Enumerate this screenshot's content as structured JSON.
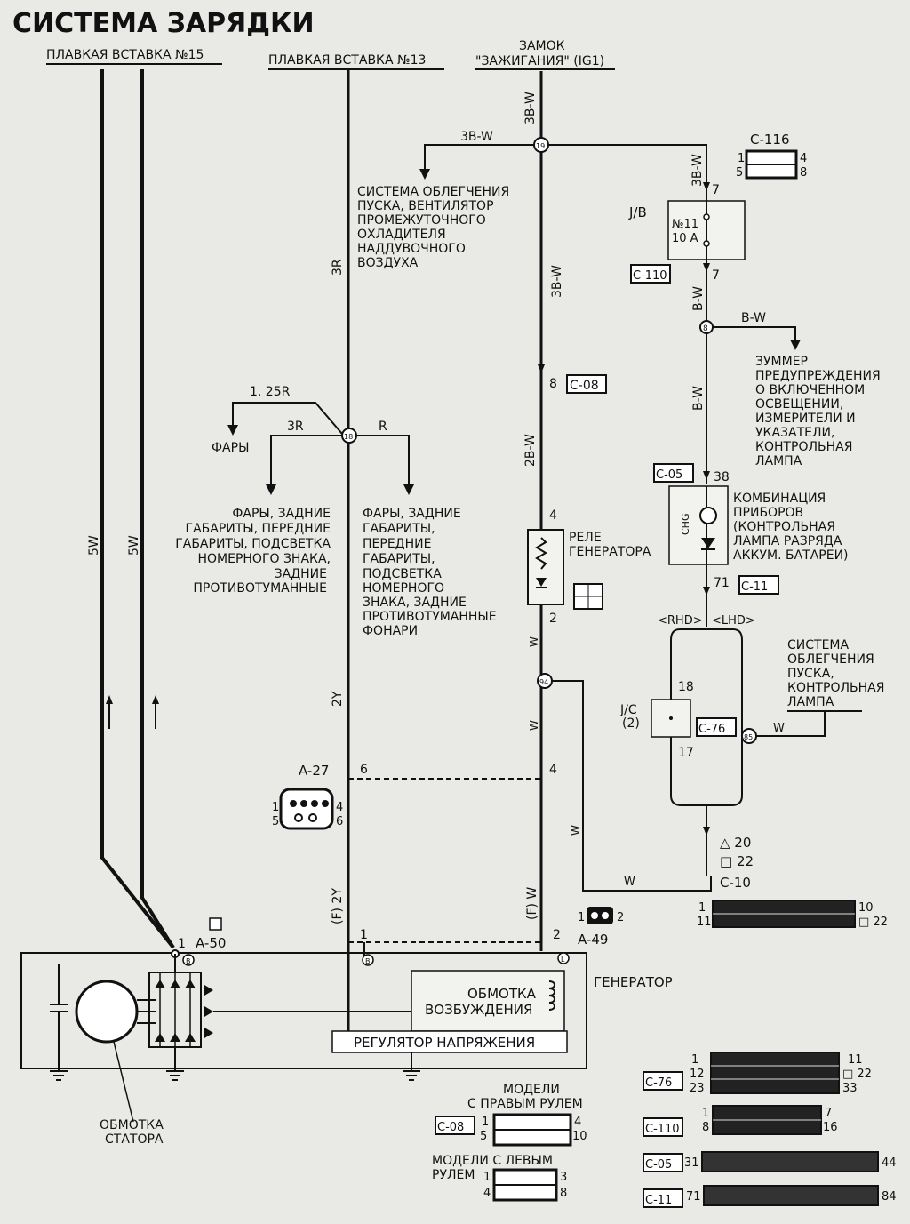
{
  "title": "СИСТЕМА ЗАРЯДКИ",
  "labels": {
    "fuse15": "ПЛАВКАЯ ВСТАВКА №15",
    "fuse13": "ПЛАВКАЯ ВСТАВКА №13",
    "ign_1": "ЗАМОК",
    "ign_2": "\"ЗАЖИГАНИЯ\" (IG1)",
    "start_1": "СИСТЕМА ОБЛЕГЧЕНИЯ",
    "start_2": "ПУСКА, ВЕНТИЛЯТОР",
    "start_3": "ПРОМЕЖУТОЧНОГО",
    "start_4": "ОХЛАДИТЕЛЯ",
    "start_5": "НАДДУВОЧНОГО",
    "start_6": "ВОЗДУХА",
    "c116": "C-116",
    "jb": "J/B",
    "fuse11_1": "№11",
    "fuse11_2": "10 A",
    "c110": "C-110",
    "c08": "C-08",
    "c05": "C-05",
    "c11": "C-11",
    "c76": "C-76",
    "c10": "C-10",
    "a27": "A-27",
    "a49": "A-49",
    "a50": "A-50",
    "buzz_1": "ЗУММЕР",
    "buzz_2": "ПРЕДУПРЕЖДЕНИЯ",
    "buzz_3": "О ВКЛЮЧЕННОМ",
    "buzz_4": "ОСВЕЩЕНИИ,",
    "buzz_5": "ИЗМЕРИТЕЛИ И",
    "buzz_6": "УКАЗАТЕЛИ,",
    "buzz_7": "КОНТРОЛЬНАЯ",
    "buzz_8": "ЛАМПА",
    "headlights": "ФАРЫ",
    "rear_1": "ФАРЫ, ЗАДНИЕ",
    "rear_2": "ГАБАРИТЫ, ПЕРЕДНИЕ",
    "rear_3": "ГАБАРИТЫ, ПОДСВЕТКА",
    "rear_4": "НОМЕРНОГО ЗНАКА,",
    "rear_5": "ЗАДНИЕ",
    "rear_6": "ПРОТИВОТУМАННЫЕ",
    "front_1": "ФАРЫ, ЗАДНИЕ",
    "front_2": "ГАБАРИТЫ,",
    "front_3": "ПЕРЕДНИЕ",
    "front_4": "ГАБАРИТЫ,",
    "front_5": "ПОДСВЕТКА",
    "front_6": "НОМЕРНОГО",
    "front_7": "ЗНАКА, ЗАДНИЕ",
    "front_8": "ПРОТИВОТУМАННЫЕ",
    "front_9": "ФОНАРИ",
    "relay_1": "РЕЛЕ",
    "relay_2": "ГЕНЕРАТОРА",
    "combo_1": "КОМБИНАЦИЯ",
    "combo_2": "ПРИБОРОВ",
    "combo_3": "(КОНТРОЛЬНАЯ",
    "combo_4": "ЛАМПА РАЗРЯДА",
    "combo_5": "АККУМ. БАТАРЕИ)",
    "chg": "CHG",
    "rhd": "<RHD>",
    "lhd": "<LHD>",
    "startlamp_1": "СИСТЕМА",
    "startlamp_2": "ОБЛЕГЧЕНИЯ",
    "startlamp_3": "ПУСКА,",
    "startlamp_4": "КОНТРОЛЬНАЯ",
    "startlamp_5": "ЛАМПА",
    "jc_1": "J/C",
    "jc_2": "(2)",
    "generator": "ГЕНЕРАТОР",
    "field_1": "ОБМОТКА",
    "field_2": "ВОЗБУЖДЕНИЯ",
    "regulator": "РЕГУЛЯТОР НАПРЯЖЕНИЯ",
    "stator_1": "ОБМОТКА",
    "stator_2": "СТАТОРА",
    "rhd_models_1": "МОДЕЛИ",
    "rhd_models_2": "С ПРАВЫМ РУЛЕМ",
    "lhd_models_1": "МОДЕЛИ С ЛЕВЫМ",
    "lhd_models_2": "РУЛЕМ"
  },
  "wires": {
    "w5w": "5W",
    "w3r": "3R",
    "w3bw": "3B-W",
    "w125r": "1. 25R",
    "wr": "R",
    "w2y": "2Y",
    "wf2y": "(F) 2Y",
    "w2bw": "2B-W",
    "ww": "W",
    "wfw": "(F) W",
    "wbw": "B-W"
  },
  "pins": {
    "p19": "19",
    "p18": "18",
    "p8": "8",
    "p94": "94",
    "p85": "85",
    "n7": "7",
    "n8": "8",
    "n38": "38",
    "n71": "71",
    "n4": "4",
    "n2": "2",
    "n6": "6",
    "n1": "1",
    "n18": "18",
    "n17": "17",
    "n20": "△ 20",
    "n22": "□ 22",
    "n5": "5",
    "n10": "10",
    "n11": "11",
    "n12": "12",
    "n16": "16",
    "n23": "23",
    "n31": "31",
    "n33": "33",
    "n44": "44",
    "n3": "3",
    "n84": "84",
    "tB": "B",
    "tL": "L"
  }
}
